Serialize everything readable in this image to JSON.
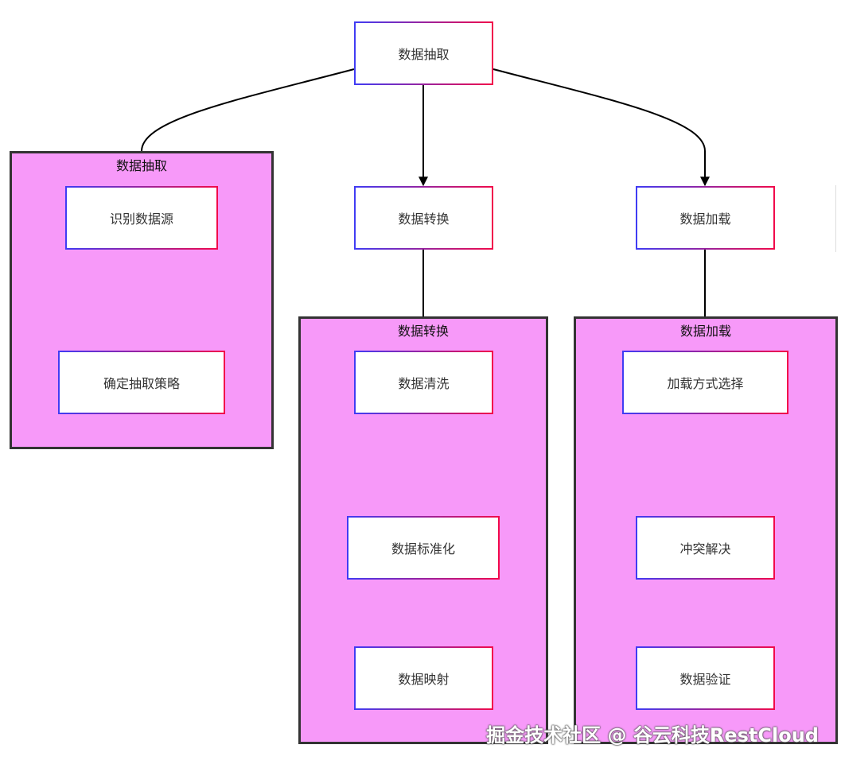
{
  "groups": {
    "extract": {
      "title": "数据抽取"
    },
    "transform": {
      "title": "数据转换"
    },
    "load": {
      "title": "数据加载"
    }
  },
  "nodes": {
    "root": "数据抽取",
    "transform": "数据转换",
    "load": "数据加载",
    "identify_source": "识别数据源",
    "define_strategy": "确定抽取策略",
    "cleaning": "数据清洗",
    "standardization": "数据标准化",
    "mapping": "数据映射",
    "load_method": "加载方式选择",
    "conflict": "冲突解决",
    "validation": "数据验证"
  },
  "watermark": "掘金技术社区 @ 谷云科技RestCloud",
  "colors": {
    "group_fill": "#f799f9",
    "group_border": "#333333",
    "node_border_start": "#3f3cf4",
    "node_border_end": "#f20a4a",
    "edge": "#000000"
  }
}
